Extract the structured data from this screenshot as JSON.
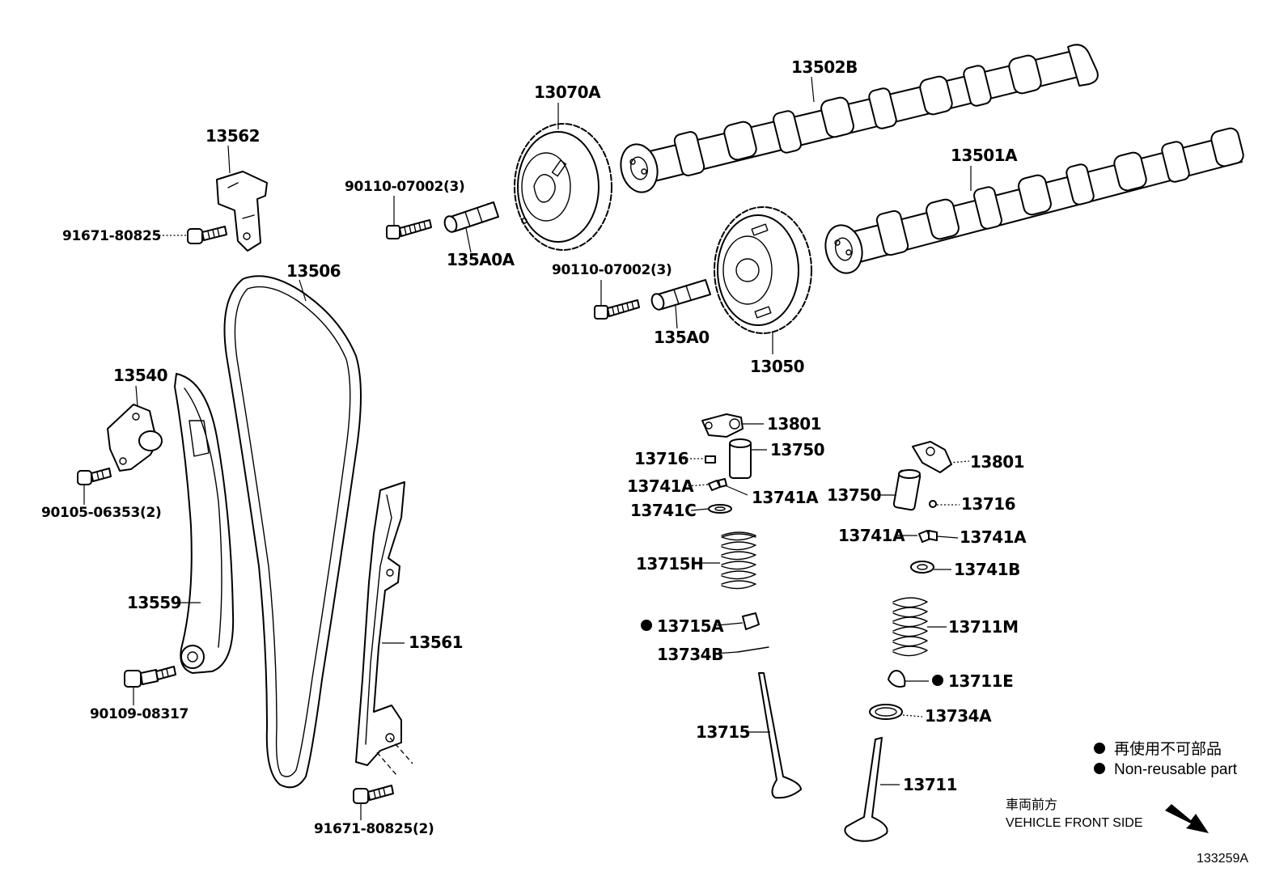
{
  "labels": {
    "p13562": "13562",
    "p91671a": "91671-80825",
    "p90110a": "90110-07002(3)",
    "p135A0A": "135A0A",
    "p13070A": "13070A",
    "p13502B": "13502B",
    "p13501A": "13501A",
    "p90110b": "90110-07002(3)",
    "p135A0": "135A0",
    "p13050": "13050",
    "p13506": "13506",
    "p13540": "13540",
    "p90105": "90105-06353(2)",
    "p13559": "13559",
    "p90109": "90109-08317",
    "p13561": "13561",
    "p91671b": "91671-80825(2)",
    "p13801a": "13801",
    "p13716a": "13716",
    "p13750a": "13750",
    "p13741Aa": "13741A",
    "p13741Ab": "13741A",
    "p13741C": "13741C",
    "p13715H": "13715H",
    "p13715A": "13715A",
    "p13734B": "13734B",
    "p13715": "13715",
    "p13801b": "13801",
    "p13750b": "13750",
    "p13716b": "13716",
    "p13741Ac": "13741A",
    "p13741Ad": "13741A",
    "p13741B": "13741B",
    "p13711M": "13711M",
    "p13711E": "13711E",
    "p13734A": "13734A",
    "p13711": "13711"
  },
  "legend": {
    "japanese": "再使用不可部品",
    "english": "Non-reusable part"
  },
  "front": {
    "japanese": "車両前方",
    "english": "VEHICLE FRONT SIDE"
  },
  "figure_id": "133259A",
  "colors": {
    "ink": "#000000",
    "paper": "#ffffff"
  }
}
